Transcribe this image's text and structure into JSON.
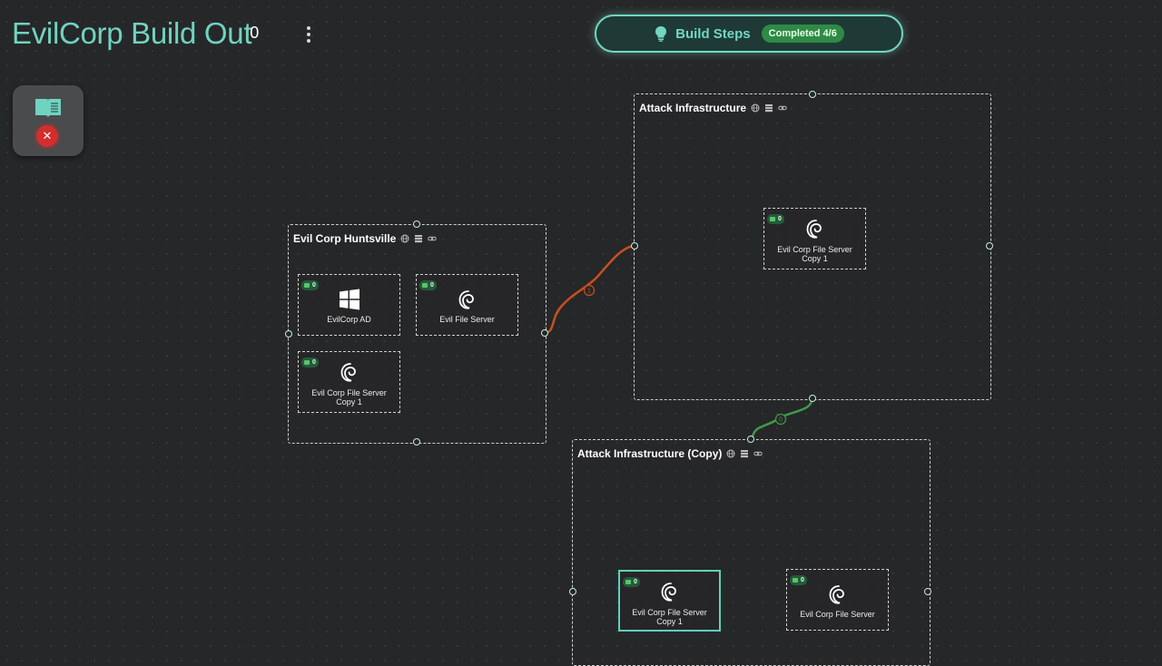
{
  "header": {
    "title": "EvilCorp Build Out",
    "title_count": "0",
    "build_steps_label": "Build Steps",
    "build_steps_status": "Completed 4/6"
  },
  "colors": {
    "accent": "#72d6c3",
    "edge_orange": "#c8501e",
    "edge_green": "#3f9a4c",
    "badge_green": "#2f8a45",
    "error_red": "#d42d2d"
  },
  "groups": {
    "huntsville": {
      "title": "Evil Corp Huntsville"
    },
    "attack": {
      "title": "Attack Infrastructure"
    },
    "attack_copy": {
      "title": "Attack Infrastructure (Copy)"
    }
  },
  "nodes": {
    "evilcorp_ad": {
      "count": "0",
      "icon": "windows-icon",
      "label": "EvilCorp AD"
    },
    "evil_file_server": {
      "count": "0",
      "icon": "debian-icon",
      "label": "Evil File Server"
    },
    "huntsville_copy1": {
      "count": "0",
      "icon": "debian-icon",
      "label": "Evil Corp File Server Copy 1"
    },
    "attack_copy1": {
      "count": "0",
      "icon": "debian-icon",
      "label": "Evil Corp File Server Copy 1"
    },
    "copy_copy1": {
      "count": "0",
      "icon": "debian-icon",
      "label": "Evil Corp File Server Copy 1"
    },
    "copy_file_server": {
      "count": "0",
      "icon": "debian-icon",
      "label": "Evil Corp File Server"
    }
  },
  "edges": {
    "orange_label": "1",
    "green_label": "0"
  }
}
